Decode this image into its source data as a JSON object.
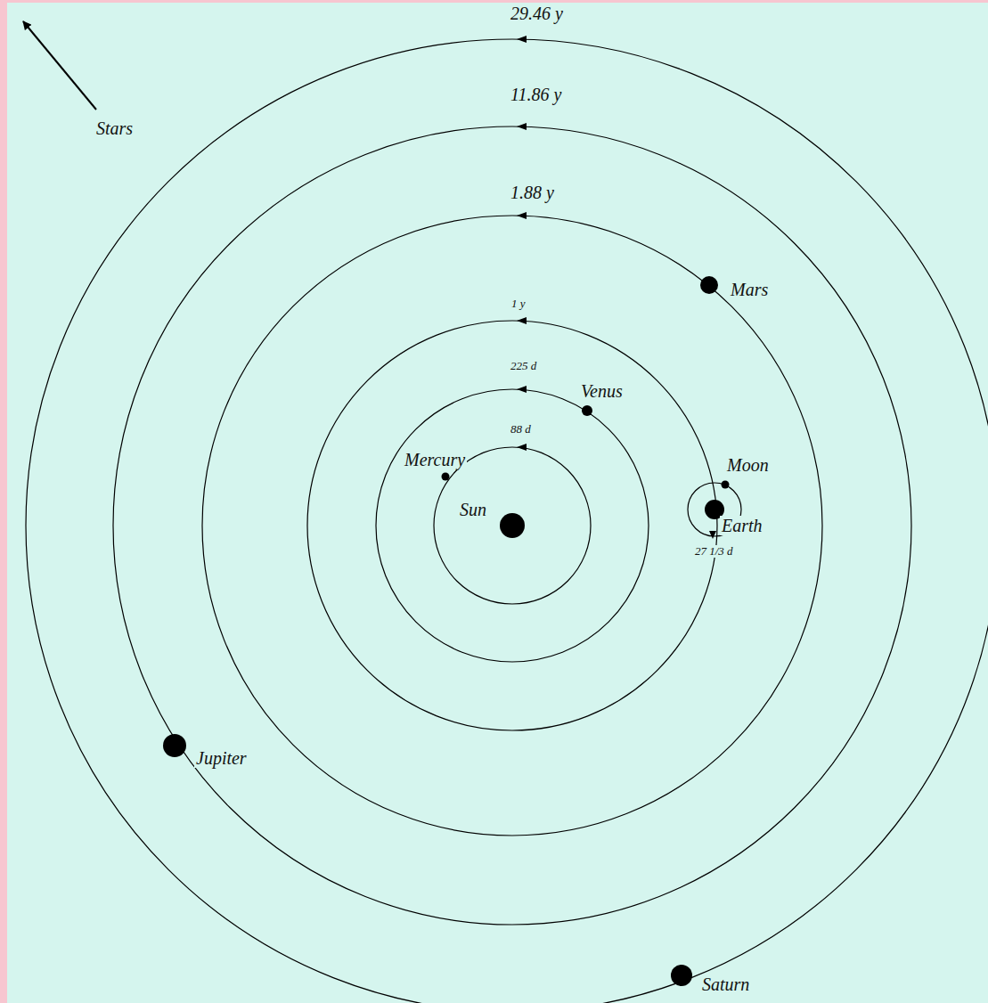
{
  "diagram": {
    "labels": [
      "29.46 y",
      "11.86 y",
      "1.88 y",
      "1 y",
      "225 d",
      "88 d",
      "27 1/3 d",
      "Stars",
      "Mars",
      "Venus",
      "Mercury",
      "Sun",
      "Moon",
      "Earth",
      "Jupiter",
      "Saturn"
    ]
  }
}
